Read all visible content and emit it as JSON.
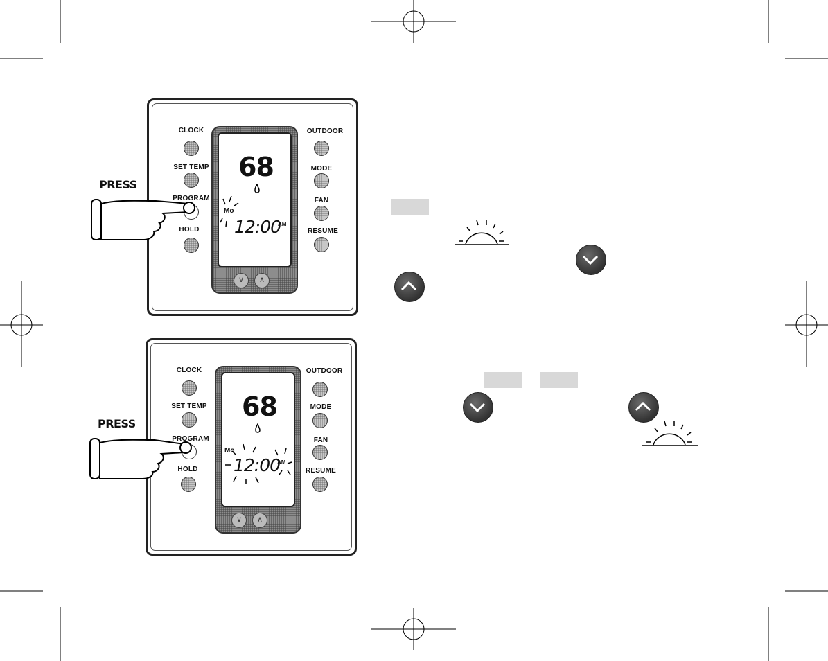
{
  "panel1": {
    "buttons_left": [
      "CLOCK",
      "SET TEMP",
      "PROGRAM",
      "HOLD"
    ],
    "buttons_right": [
      "OUTDOOR",
      "MODE",
      "FAN",
      "RESUME"
    ],
    "temperature": "68",
    "day": "Mo",
    "time": "12:00",
    "ampm": "AM",
    "press_label": "PRESS"
  },
  "panel2": {
    "buttons_left": [
      "CLOCK",
      "SET TEMP",
      "PROGRAM",
      "HOLD"
    ],
    "buttons_right": [
      "OUTDOOR",
      "MODE",
      "FAN",
      "RESUME"
    ],
    "temperature": "68",
    "day": "Mo",
    "time": "12:00",
    "ampm": "AM",
    "press_label": "PRESS"
  },
  "icons": {
    "sunrise": "sunrise-icon",
    "down": "down-arrow-button-icon",
    "up": "up-arrow-button-icon",
    "flame": "flame-icon"
  }
}
